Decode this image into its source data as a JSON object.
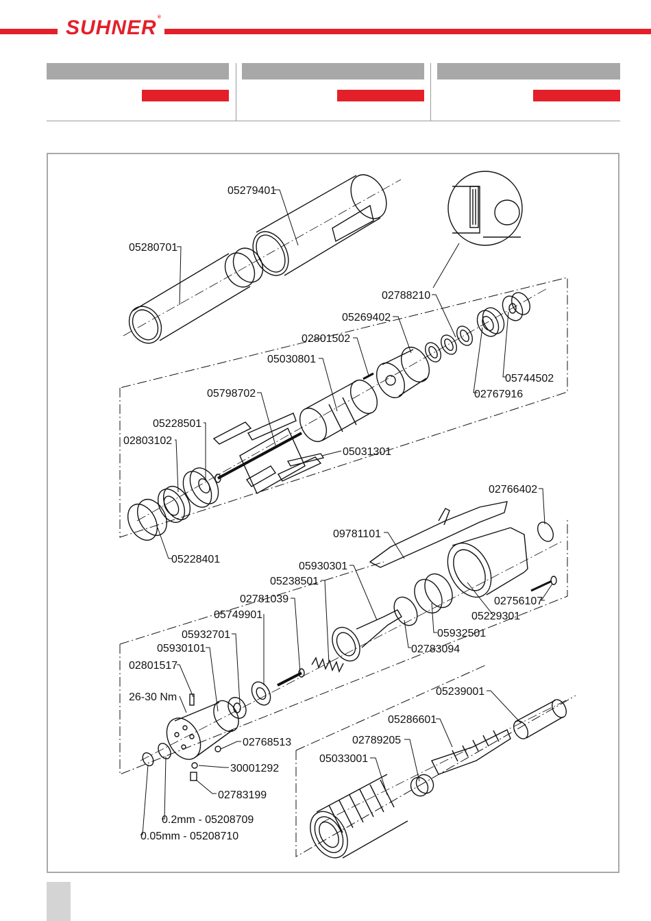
{
  "brand": {
    "logo_text": "SUHNER",
    "registered_mark": "®",
    "brand_color": "#e3202a"
  },
  "labels": {
    "p05279401": "05279401",
    "p05280701": "05280701",
    "p02788210": "02788210",
    "p05269402": "05269402",
    "p02801502": "02801502",
    "p05030801": "05030801",
    "p05798702": "05798702",
    "p05228501": "05228501",
    "p02803102": "02803102",
    "p05031301": "05031301",
    "p05744502": "05744502",
    "p02767916": "02767916",
    "p05228401": "05228401",
    "p02766402": "02766402",
    "p09781101": "09781101",
    "p05930301": "05930301",
    "p05238501": "05238501",
    "p02781039": "02781039",
    "p05749901": "05749901",
    "p05932701": "05932701",
    "p05930101": "05930101",
    "p02801517": "02801517",
    "torque": "26-30 Nm",
    "p02756107": "02756107",
    "p05229301": "05229301",
    "p05932501": "05932501",
    "p02783094": "02783094",
    "p05239001": "05239001",
    "p05286601": "05286601",
    "p02789205": "02789205",
    "p05033001": "05033001",
    "p02768513": "02768513",
    "p30001292": "30001292",
    "p02783199": "02783199",
    "shim_02": "0.2mm - 05208709",
    "shim_005": "0.05mm - 05208710"
  }
}
